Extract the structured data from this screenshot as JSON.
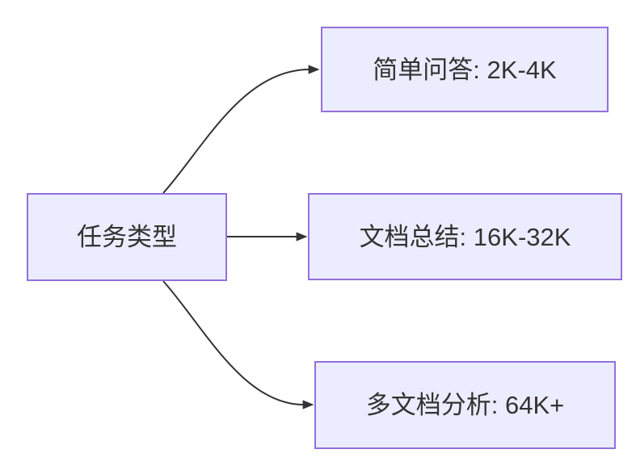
{
  "diagram": {
    "type": "flowchart",
    "direction": "left-to-right",
    "nodes": {
      "task_type": {
        "label": "任务类型"
      },
      "simple_qa": {
        "label": "简单问答: 2K-4K"
      },
      "doc_summary": {
        "label": "文档总结: 16K-32K"
      },
      "multi_doc": {
        "label": "多文档分析: 64K+"
      }
    },
    "edges": [
      {
        "from": "task_type",
        "to": "simple_qa",
        "style": "curved-up"
      },
      {
        "from": "task_type",
        "to": "doc_summary",
        "style": "straight"
      },
      {
        "from": "task_type",
        "to": "multi_doc",
        "style": "curved-down"
      }
    ],
    "colors": {
      "background": "#FFFFFF",
      "node_fill": "#ECECFF",
      "node_border": "#9370DB",
      "edge_line": "#333333",
      "text": "#333333"
    }
  }
}
